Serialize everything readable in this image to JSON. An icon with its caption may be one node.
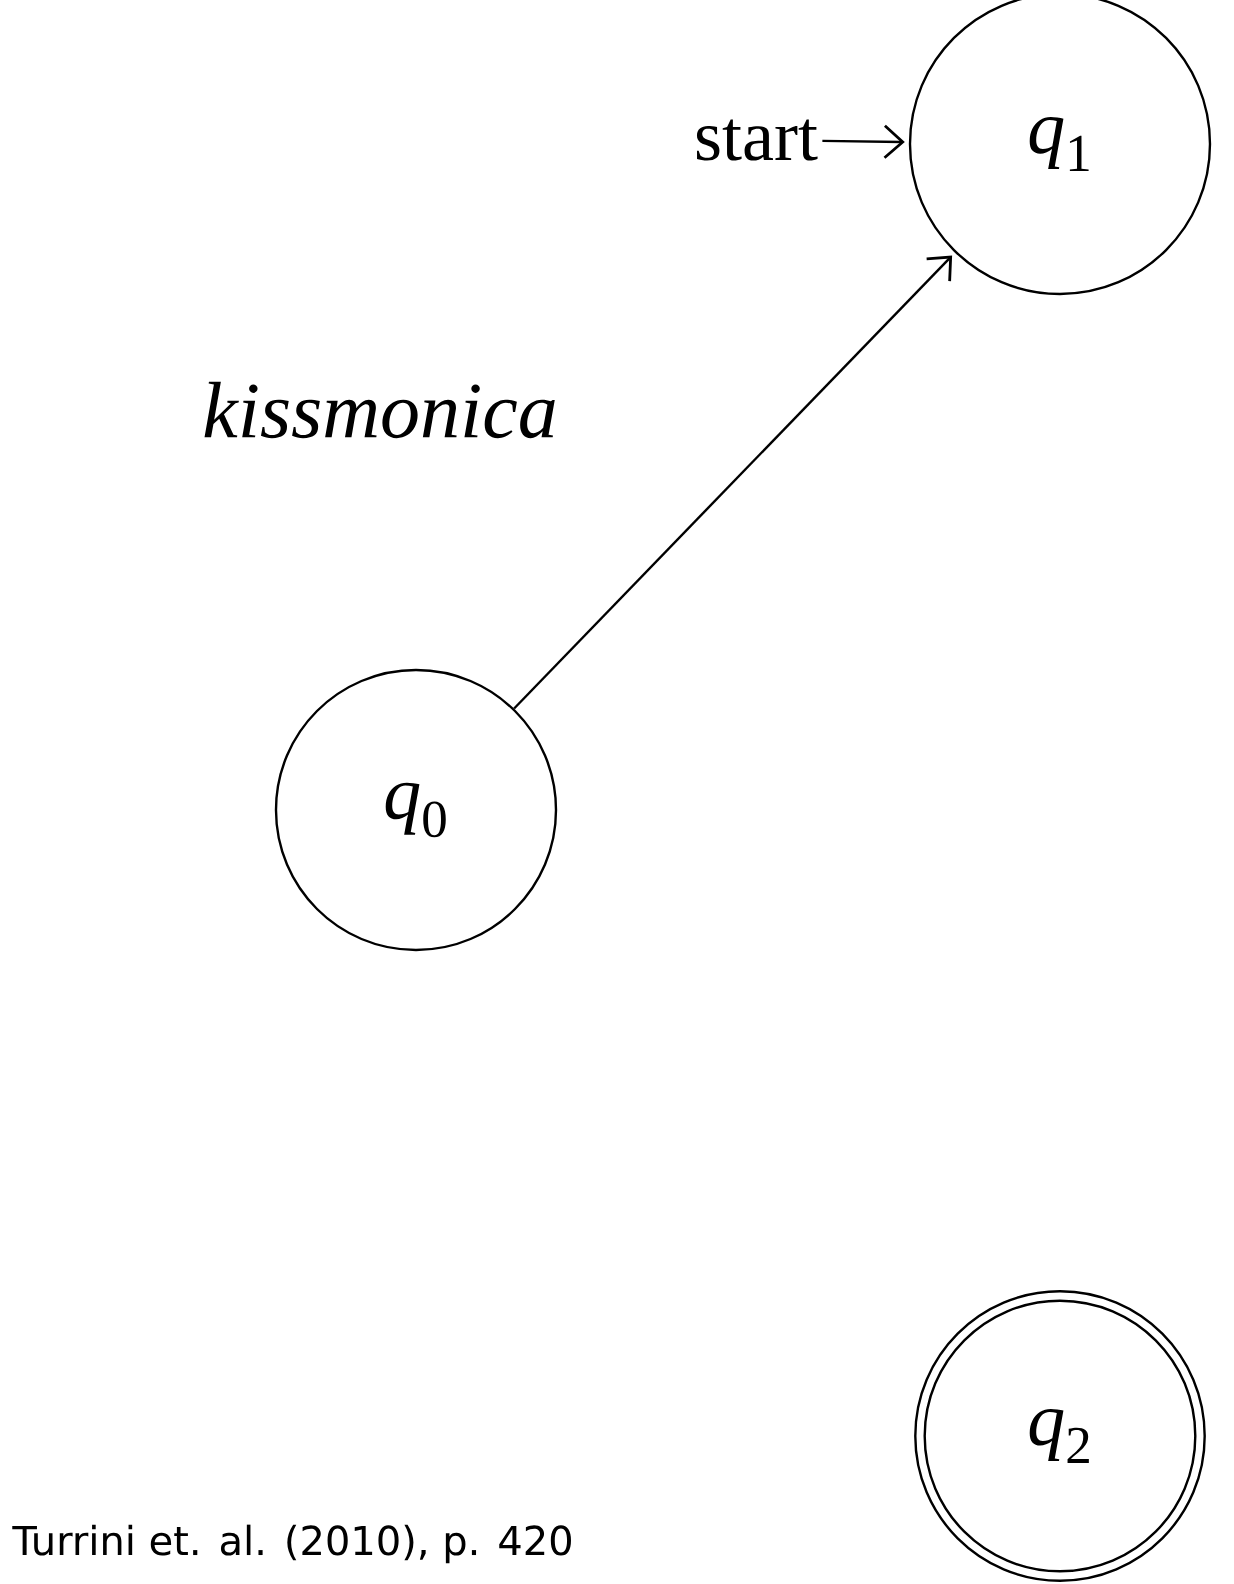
{
  "diagram": {
    "caption": "Turrini et. al. (2010), p. 420",
    "nodes": [
      {
        "text": [
          "start"
        ]
      },
      {
        "text": [
          "*q*$_{1}$"
        ]
      },
      {
        "text": [
          "*q*$_{0}$"
        ]
      },
      {
        "text": [
          "*q*$_{2}$"
        ]
      }
    ],
    "edges": [
      {
        "from": 0,
        "to": 1,
        "arrow": "to"
      },
      {
        "from": 2,
        "to": 1,
        "arrow": "to",
        "label": "kissmonica"
      }
    ]
  }
}
